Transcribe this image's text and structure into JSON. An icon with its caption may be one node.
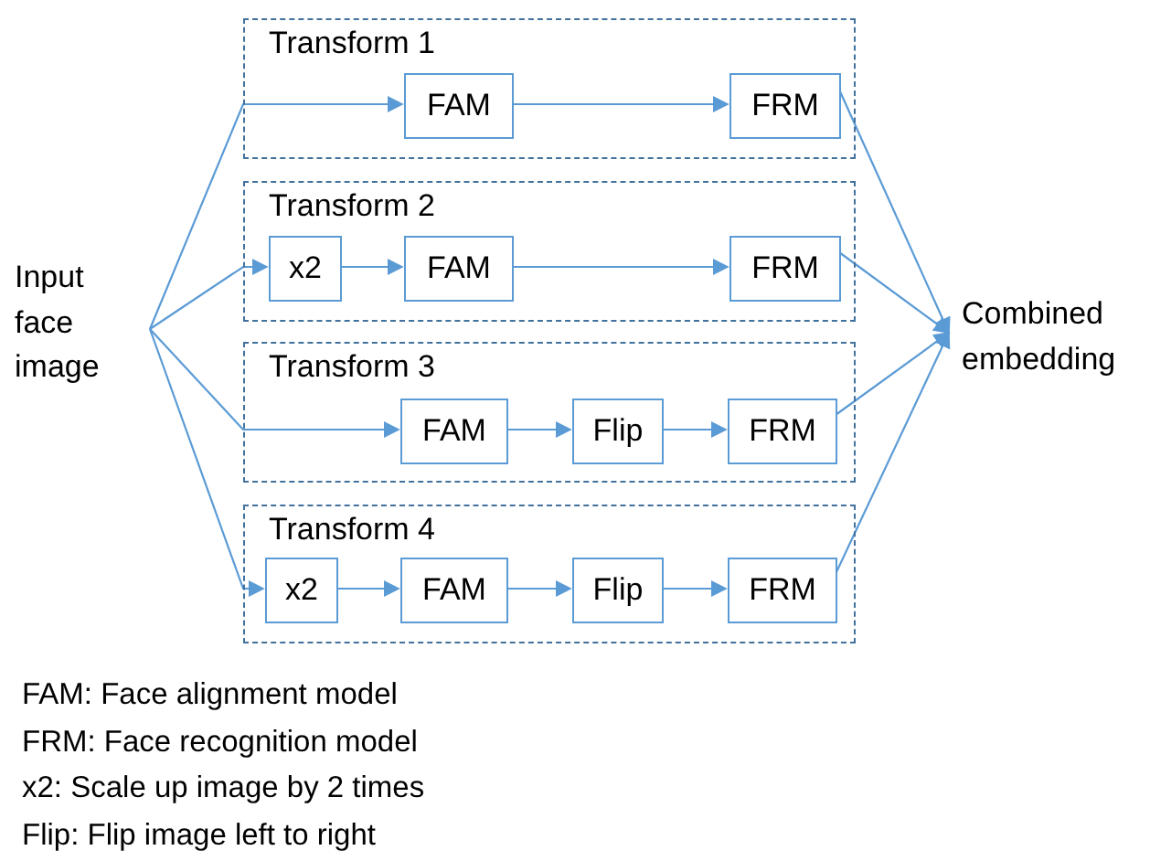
{
  "diagram": {
    "nodes": [
      {
        "text": [
          "Input face image"
        ]
      },
      {
        "text": [
          "Transform 1"
        ]
      },
      {
        "text": [
          "FAM"
        ],
        "in": 1
      },
      {
        "text": [
          "FRM"
        ],
        "in": 1
      },
      {
        "text": [
          "Transform 2"
        ]
      },
      {
        "text": [
          "x2"
        ],
        "in": 4
      },
      {
        "text": [
          "FAM"
        ],
        "in": 4
      },
      {
        "text": [
          "FRM"
        ],
        "in": 4
      },
      {
        "text": [
          "Transform 3"
        ]
      },
      {
        "text": [
          "FAM"
        ],
        "in": 8
      },
      {
        "text": [
          "Flip"
        ],
        "in": 8
      },
      {
        "text": [
          "FRM"
        ],
        "in": 8
      },
      {
        "text": [
          "Transform 4"
        ]
      },
      {
        "text": [
          "x2"
        ],
        "in": 12
      },
      {
        "text": [
          "FAM"
        ],
        "in": 12
      },
      {
        "text": [
          "Flip"
        ],
        "in": 12
      },
      {
        "text": [
          "FRM"
        ],
        "in": 12
      },
      {
        "text": [
          "Combined embedding"
        ]
      }
    ],
    "edges": [
      {
        "from": 0,
        "to": 2,
        "arrow": "to"
      },
      {
        "from": 2,
        "to": 3,
        "arrow": "to"
      },
      {
        "from": 0,
        "to": 5,
        "arrow": "to"
      },
      {
        "from": 5,
        "to": 6,
        "arrow": "to"
      },
      {
        "from": 6,
        "to": 7,
        "arrow": "to"
      },
      {
        "from": 0,
        "to": 9,
        "arrow": "to"
      },
      {
        "from": 9,
        "to": 10,
        "arrow": "to"
      },
      {
        "from": 10,
        "to": 11,
        "arrow": "to"
      },
      {
        "from": 0,
        "to": 13,
        "arrow": "to"
      },
      {
        "from": 13,
        "to": 14,
        "arrow": "to"
      },
      {
        "from": 14,
        "to": 15,
        "arrow": "to"
      },
      {
        "from": 15,
        "to": 16,
        "arrow": "to"
      },
      {
        "from": 3,
        "to": 17,
        "arrow": "to"
      },
      {
        "from": 7,
        "to": 17,
        "arrow": "to"
      },
      {
        "from": 11,
        "to": 17,
        "arrow": "to"
      },
      {
        "from": 16,
        "to": 17,
        "arrow": "to"
      }
    ],
    "labels": [
      "FAM: Face alignment model",
      "FRM: Face recognition model",
      "x2: Scale up image by 2 times",
      "Flip: Flip image left to right"
    ]
  }
}
